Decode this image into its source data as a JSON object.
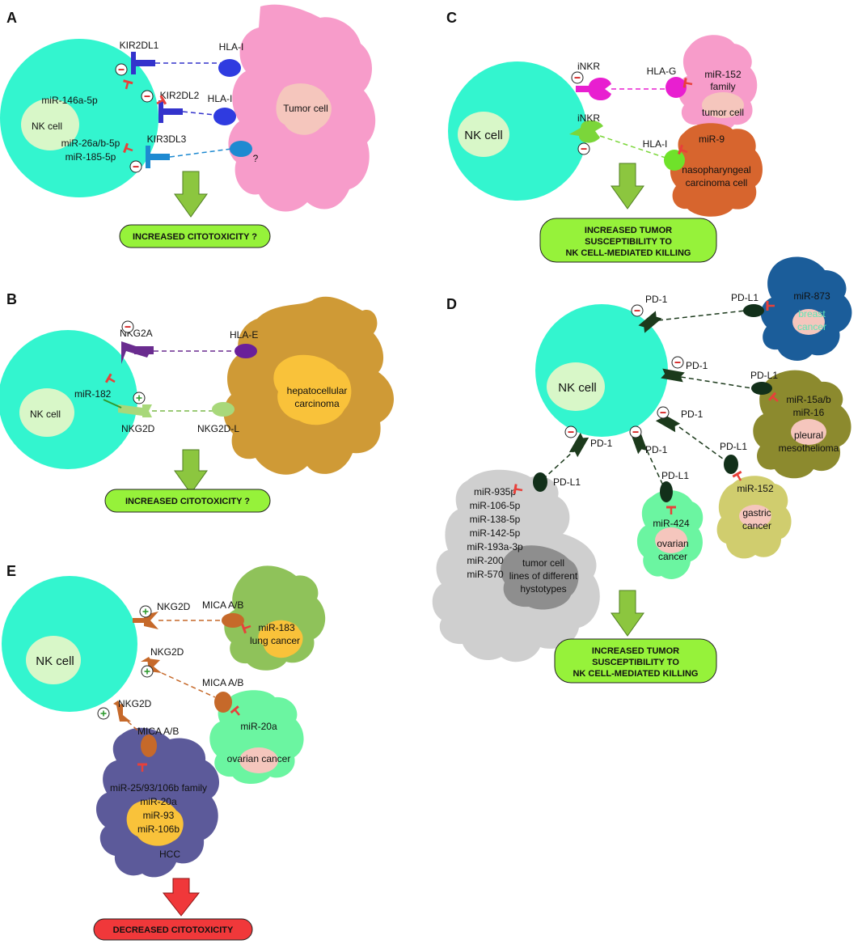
{
  "panels": {
    "A": {
      "letter": "A",
      "nk_label": "NK cell",
      "receptors": [
        "KIR2DL1",
        "KIR2DL2",
        "KIR3DL3"
      ],
      "ligands": [
        "HLA-I",
        "HLA-I",
        "?"
      ],
      "mirnas": [
        "miR-146a-5p",
        "miR-26a/b-5p",
        "miR-185-5p"
      ],
      "tumor_label": "Tumor cell",
      "result": "INCREASED CITOTOXICITY ?"
    },
    "B": {
      "letter": "B",
      "nk_label": "NK cell",
      "receptors": [
        "NKG2A",
        "NKG2D"
      ],
      "ligands": [
        "HLA-E",
        "NKG2D-L"
      ],
      "mirna": "miR-182",
      "tumor_label": [
        "hepatocellular",
        "carcinoma"
      ],
      "result": "INCREASED CITOTOXICITY ?"
    },
    "C": {
      "letter": "C",
      "nk_label": "NK cell",
      "receptors": [
        "iNKR",
        "iNKR"
      ],
      "ligands": [
        "HLA-G",
        "HLA-I"
      ],
      "mirnas": [
        "miR-152",
        "family",
        "miR-9"
      ],
      "tumors": [
        "tumor cell",
        "nasopharyngeal",
        "carcinoma cell"
      ],
      "result": [
        "INCREASED TUMOR",
        "SUSCEPTIBILITY TO",
        "NK CELL-MEDIATED KILLING"
      ]
    },
    "D": {
      "letter": "D",
      "nk_label": "NK cell",
      "receptor": "PD-1",
      "ligand": "PD-L1",
      "mirnas": {
        "breast": "miR-873",
        "meso": [
          "miR-15a/b",
          "miR-16"
        ],
        "gastric": "miR-152",
        "ovarian": "miR-424",
        "lines": [
          "miR-935p",
          "miR-106-5p",
          "miR-138-5p",
          "miR-142-5p",
          "miR-193a-3p",
          "miR-200",
          "miR-570"
        ]
      },
      "tumors": {
        "breast": [
          "breast",
          "cancer"
        ],
        "meso": [
          "pleural",
          "mesothelioma"
        ],
        "gastric": [
          "gastric",
          "cancer"
        ],
        "ovarian": [
          "ovarian",
          "cancer"
        ],
        "lines": [
          "tumor cell",
          "lines of different",
          "hystotypes"
        ]
      },
      "result": [
        "INCREASED TUMOR",
        "SUSCEPTIBILITY TO",
        "NK CELL-MEDIATED KILLING"
      ]
    },
    "E": {
      "letter": "E",
      "nk_label": "NK cell",
      "receptor": "NKG2D",
      "ligand": "MICA A/B",
      "mirnas": [
        "miR-183",
        "miR-20a",
        "miR-25/93/106b family",
        "miR-20a",
        "miR-93",
        "miR-106b"
      ],
      "tumors": [
        "lung cancer",
        "ovarian cancer",
        "HCC"
      ],
      "result": "DECREASED CITOTOXICITY"
    }
  },
  "colors": {
    "nk_cell": "#33f5cf",
    "nucleus": "#d8f7c8",
    "green_arrow": "#8cc63f",
    "red_arrow": "#f0383a",
    "result_green": "#96f23a",
    "result_red": "#f0383a",
    "inhibit_red": "#e8403a"
  }
}
